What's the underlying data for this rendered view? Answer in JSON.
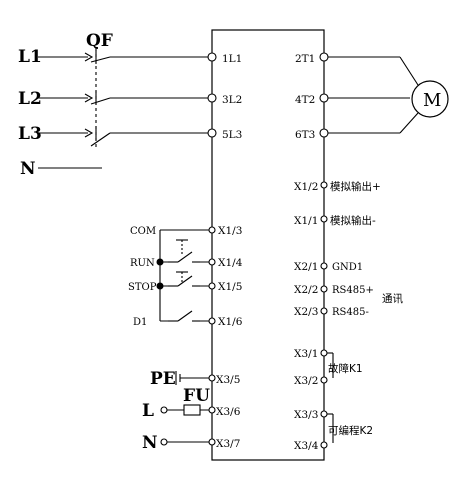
{
  "breaker": {
    "label": "QF"
  },
  "mains": {
    "l1": "L1",
    "l2": "L2",
    "l3": "L3",
    "n": "N"
  },
  "inputs": {
    "l1": "1L1",
    "l2": "3L2",
    "l3": "5L3"
  },
  "outputs": {
    "t1": "2T1",
    "t2": "4T2",
    "t3": "6T3"
  },
  "motor": {
    "label": "M"
  },
  "analog": {
    "x1_2": "X1/2",
    "out_pos": "模拟输出+",
    "x1_1": "X1/1",
    "out_neg": "模拟输出-"
  },
  "control": {
    "com": "COM",
    "x1_3": "X1/3",
    "run": "RUN",
    "x1_4": "X1/4",
    "stop": "STOP",
    "x1_5": "X1/5",
    "d1": "D1",
    "x1_6": "X1/6"
  },
  "comm": {
    "x2_1": "X2/1",
    "gnd": "GND1",
    "x2_2": "X2/2",
    "rs_pos": "RS485+",
    "x2_3": "X2/3",
    "rs_neg": "RS485-",
    "label": "通讯"
  },
  "relays": {
    "x3_1": "X3/1",
    "x3_2": "X3/2",
    "fault": "故障K1",
    "x3_3": "X3/3",
    "x3_4": "X3/4",
    "prog": "可编程K2"
  },
  "power": {
    "pe": "PE",
    "x3_5": "X3/5",
    "l": "L",
    "fu": "FU",
    "x3_6": "X3/6",
    "n": "N",
    "x3_7": "X3/7"
  }
}
